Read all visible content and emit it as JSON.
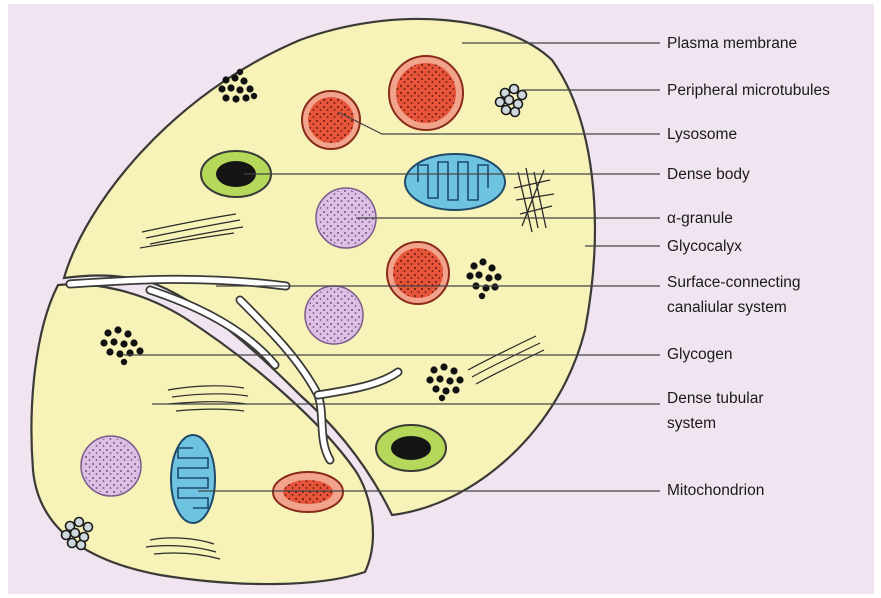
{
  "diagram": {
    "labels": {
      "plasma_membrane": "Plasma membrane",
      "peripheral_microtubules": "Peripheral microtubules",
      "lysosome": "Lysosome",
      "dense_body": "Dense body",
      "alpha_granule": "α-granule",
      "glycocalyx": "Glycocalyx",
      "surface_connecting_1": "Surface-connecting",
      "surface_connecting_2": "canaliular system",
      "glycogen": "Glycogen",
      "dense_tubular_1": "Dense tubular",
      "dense_tubular_2": "system",
      "mitochondrion": "Mitochondrion"
    },
    "colors": {
      "background": "#efe4f0",
      "cytoplasm": "#f6f2b8",
      "outline": "#3a3a36",
      "lysosome_fill": "#e8543a",
      "lysosome_ring": "#f2a38c",
      "alpha_granule": "#dcc0e4",
      "mitochondrion": "#6ec3e0",
      "dense_body_ring": "#b5d85a",
      "dense_body_core": "#151515",
      "leader_line": "#444444"
    }
  }
}
